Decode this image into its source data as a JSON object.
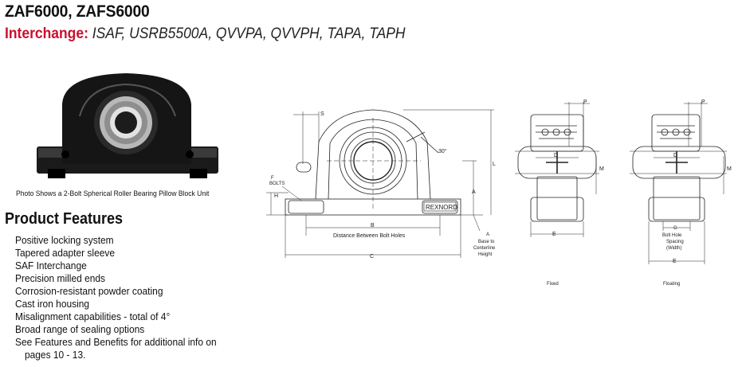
{
  "header": {
    "title": "ZAF6000, ZAFS6000",
    "interchange_label": "Interchange:",
    "interchange_value": "ISAF, USRB5500A, QVVPA, QVVPH, TAPA, TAPH"
  },
  "photo": {
    "caption": "Photo Shows a 2-Bolt Spherical Roller Bearing Pillow Block Unit"
  },
  "product_features": {
    "heading": "Product Features",
    "items": [
      "Positive locking system",
      "Tapered adapter sleeve",
      "SAF Interchange",
      "Precision milled ends",
      "Corrosion-resistant powder coating",
      "Cast iron housing",
      "Misalignment capabilities - total of 4°",
      "Broad range of sealing options"
    ],
    "last_item_line1": "See Features and Benefits for additional info on",
    "last_item_line2": "pages 10 - 13."
  },
  "drawing_labels": {
    "s": "S",
    "f_bolts_1": "F",
    "f_bolts_2": "BOLTS",
    "h": "H",
    "angle": "30°",
    "l": "L",
    "a": "A",
    "b": "B",
    "distance": "Distance Between Bolt Holes",
    "c": "C",
    "a_note_1": "A",
    "a_note_2": "Base to",
    "a_note_3": "Centerline",
    "a_note_4": "Height",
    "base_text": "REXNORD",
    "p_fixed": "P",
    "d_fixed": "D",
    "m_fixed": "M",
    "e_fixed": "E",
    "fixed_caption": "Fixed",
    "p_float": "P",
    "d_float": "D",
    "m_float": "M",
    "g": "G",
    "g_note_1": "Bolt Hole",
    "g_note_2": "Spacing",
    "g_note_3": "(Width)",
    "e_float": "E",
    "floating_caption": "Floating"
  }
}
